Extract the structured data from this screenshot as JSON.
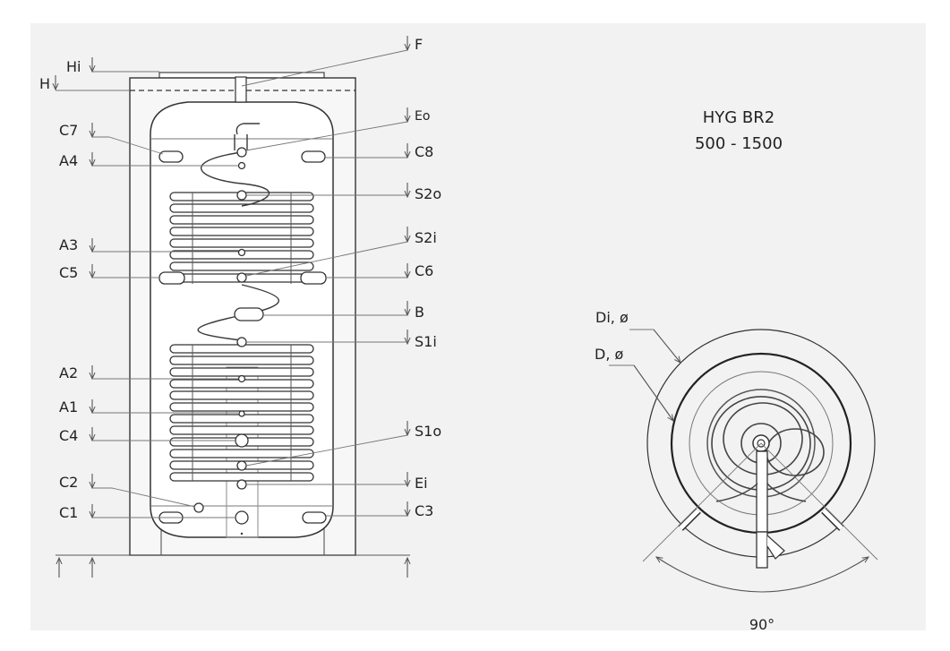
{
  "title": {
    "model": "HYG BR2",
    "range": "500 - 1500"
  },
  "left_labels": {
    "Hi": "Hi",
    "H": "H",
    "C7": "C7",
    "A4": "A4",
    "A3": "A3",
    "C5": "C5",
    "A2": "A2",
    "A1": "A1",
    "C4": "C4",
    "C2": "C2",
    "C1": "C1"
  },
  "right_labels": {
    "F": "F",
    "Eo": "Eo",
    "C8": "C8",
    "S2o": "S2o",
    "S2i": "S2i",
    "C6": "C6",
    "B": "B",
    "S1i": "S1i",
    "S1o": "S1o",
    "Ei": "Ei",
    "C3": "C3"
  },
  "top_view": {
    "Di": "Di, ø",
    "D": "D, ø",
    "angle": "90°"
  },
  "colors": {
    "background": "#f2f2f2",
    "line": "#333333"
  }
}
